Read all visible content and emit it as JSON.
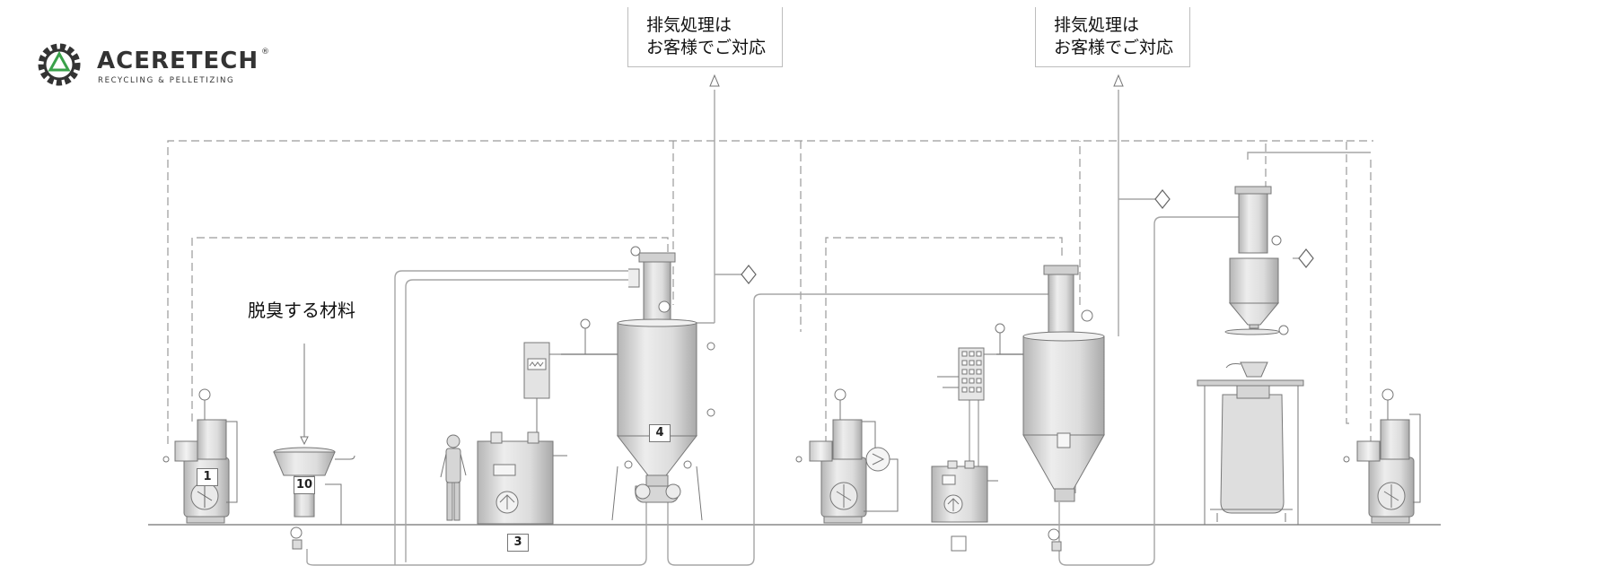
{
  "brand": {
    "name": "ACERETECH",
    "registered": "®",
    "tagline": "RECYCLING & PELLETIZING",
    "accent": "#3aa14a"
  },
  "notes": [
    {
      "line1": "排気処理は",
      "line2": "お客様でご対応"
    },
    {
      "line1": "排気処理は",
      "line2": "お客様でご対応"
    }
  ],
  "material_label": "脱臭する材料",
  "unit_tags": {
    "unit1": "1",
    "unit3": "3",
    "unit4": "4",
    "unit10": "10"
  },
  "colors": {
    "line": "#9a9a9a",
    "equipment": "#d9d9d9",
    "dark": "#6e6e6e"
  }
}
